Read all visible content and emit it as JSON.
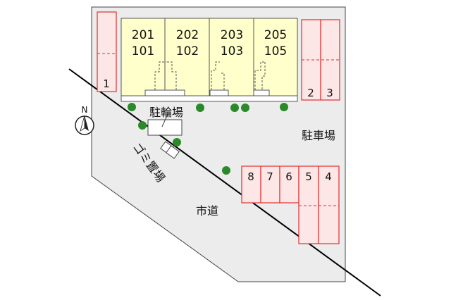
{
  "site": {
    "bicycle_parking": "駐輪場",
    "parking_lot": "駐車場",
    "garbage_area": "ゴミ置場",
    "city_road": "市道",
    "compass": "N"
  },
  "buildings": [
    {
      "upper": "201",
      "lower": "101"
    },
    {
      "upper": "202",
      "lower": "102"
    },
    {
      "upper": "203",
      "lower": "103"
    },
    {
      "upper": "205",
      "lower": "105"
    }
  ],
  "parking_spots": [
    "1",
    "2",
    "3",
    "4",
    "5",
    "6",
    "7",
    "8"
  ],
  "colors": {
    "ground": "#ececec",
    "building_fill": "#ffffcc",
    "parking_fill": "#fde6e6",
    "parking_stroke": "#e03030",
    "tree": "#2a8a2a",
    "road_line": "#000000"
  }
}
